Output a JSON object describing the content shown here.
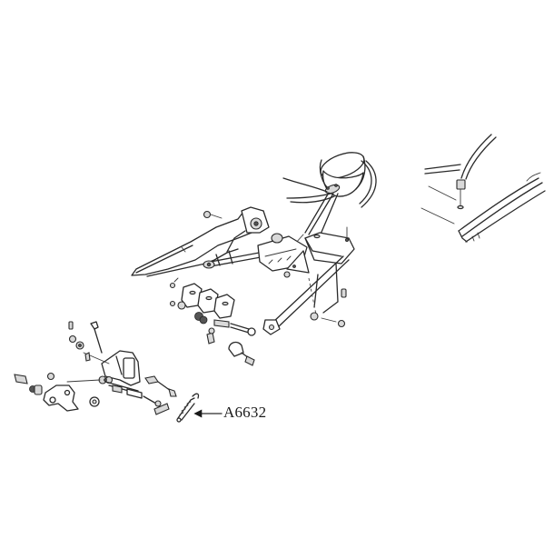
{
  "diagram": {
    "type": "exploded-parts-view",
    "background": "#ffffff",
    "line_color": "#2a2a2a",
    "callouts": [
      {
        "id": "callout-1",
        "label": "A6632",
        "points_to": "spring-clip-lower-linkage"
      }
    ],
    "components": [
      "vacuum-actuator",
      "vacuum-hoses",
      "main-bracket-arm",
      "cross-frame",
      "mount-block",
      "clamp-bracket-set",
      "lower-linkage-bracket",
      "pivot-plate",
      "bolts-and-nuts",
      "inset-vacuum-fitting-detail"
    ]
  }
}
